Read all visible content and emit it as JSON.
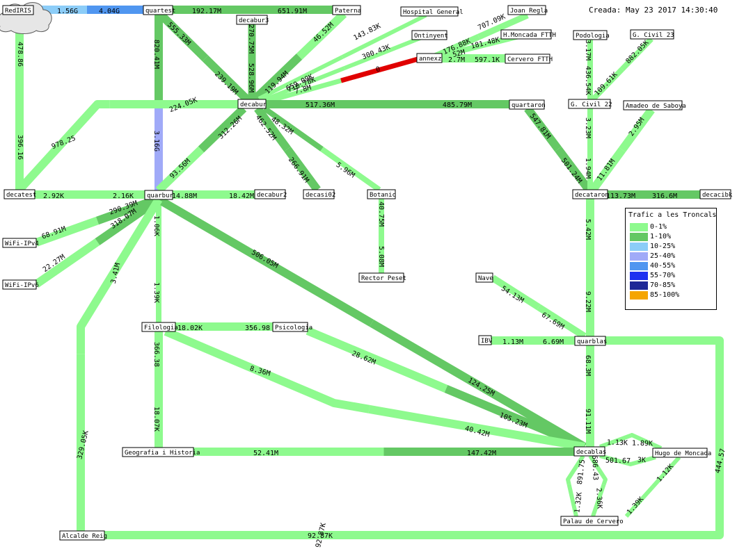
{
  "created": "Creada: May 23 2017 14:30:40",
  "colors": {
    "c0": "#8efa8e",
    "c1": "#64c864",
    "c10": "#8ccdf8",
    "c25": "#a0aaf8",
    "c40": "#5096f0",
    "c55": "#1e32f0",
    "c70": "#1e2896",
    "c85": "#f5a500",
    "down": "#e00000"
  },
  "legend": {
    "title": "Trafic a les Troncals",
    "items": [
      {
        "label": "0-1%",
        "color": "#8efa8e"
      },
      {
        "label": "1-10%",
        "color": "#64c864"
      },
      {
        "label": "10-25%",
        "color": "#8ccdf8"
      },
      {
        "label": "25-40%",
        "color": "#a0aaf8"
      },
      {
        "label": "40-55%",
        "color": "#5096f0"
      },
      {
        "label": "55-70%",
        "color": "#1e32f0"
      },
      {
        "label": "70-85%",
        "color": "#1e2896"
      },
      {
        "label": "85-100%",
        "color": "#f5a500"
      }
    ]
  },
  "nodes": [
    {
      "id": "rediris",
      "label": "RedIRIS",
      "cloud": true
    },
    {
      "id": "quartest",
      "label": "quartest"
    },
    {
      "id": "paterna",
      "label": "Paterna"
    },
    {
      "id": "hospital",
      "label": "Hospital General"
    },
    {
      "id": "joanregla",
      "label": "Joan Regla"
    },
    {
      "id": "decabur3",
      "label": "decabur3"
    },
    {
      "id": "ontinyent",
      "label": "Ontinyent"
    },
    {
      "id": "hmoncada",
      "label": "H.Moncada FTTH"
    },
    {
      "id": "annexz",
      "label": "annexz"
    },
    {
      "id": "cervero",
      "label": "Cervero FTTH"
    },
    {
      "id": "podologia",
      "label": "Podologia"
    },
    {
      "id": "gcivil23",
      "label": "G. Civil 23"
    },
    {
      "id": "gcivil22",
      "label": "G. Civil 22"
    },
    {
      "id": "amadeo",
      "label": "Amadeo de Saboya"
    },
    {
      "id": "decabur",
      "label": "decabur"
    },
    {
      "id": "quartaron",
      "label": "quartaron"
    },
    {
      "id": "decatest",
      "label": "decatest"
    },
    {
      "id": "quarbur",
      "label": "quarbur"
    },
    {
      "id": "decabur2",
      "label": "decabur2"
    },
    {
      "id": "decasi02",
      "label": "decasi02"
    },
    {
      "id": "botanic",
      "label": "Botanic"
    },
    {
      "id": "decataron",
      "label": "decataron"
    },
    {
      "id": "decacibk",
      "label": "decacibk"
    },
    {
      "id": "wifiv4",
      "label": "WiFi-IPv4"
    },
    {
      "id": "wifiv6",
      "label": "WiFi-IPv6"
    },
    {
      "id": "rectorpeset",
      "label": "Rector Peset"
    },
    {
      "id": "nave",
      "label": "Nave"
    },
    {
      "id": "ibv",
      "label": "IBV"
    },
    {
      "id": "quarblas",
      "label": "quarblas"
    },
    {
      "id": "filologia",
      "label": "Filologia"
    },
    {
      "id": "psicologia",
      "label": "Psicologia"
    },
    {
      "id": "geografia",
      "label": "Geografia i Historia"
    },
    {
      "id": "decablas",
      "label": "decablas"
    },
    {
      "id": "hugo",
      "label": "Hugo de Moncada"
    },
    {
      "id": "palau",
      "label": "Palau de Cervero"
    },
    {
      "id": "alcalde",
      "label": "Alcalde Reig"
    }
  ],
  "links": [
    {
      "from": "rediris",
      "to": "quartest",
      "in": "1.56G",
      "out": "4.04G",
      "cin": "c10",
      "cout": "c40"
    },
    {
      "from": "quartest",
      "to": "paterna",
      "in": "192.17M",
      "out": "651.91M",
      "cin": "c1",
      "cout": "c1"
    },
    {
      "from": "quartest",
      "to": "decabur",
      "in": "555.33M",
      "out": "239.19M",
      "cin": "c1",
      "cout": "c1"
    },
    {
      "from": "quartest",
      "to": "quarbur",
      "in": "820.41M",
      "out": "3.16G",
      "cin": "c1",
      "cout": "c25"
    },
    {
      "from": "decabur3",
      "to": "decabur",
      "in": "270.75M",
      "out": "528.96M",
      "cin": "c1",
      "cout": "c1"
    },
    {
      "from": "paterna",
      "to": "decabur",
      "in": "46.52M",
      "out": "119.94M",
      "cin": "c0",
      "cout": "c1"
    },
    {
      "from": "hospital",
      "to": "decabur",
      "in": "143.83K",
      "out": "659.09K",
      "cin": "c0",
      "cout": "c0"
    },
    {
      "from": "ontinyent",
      "to": "decabur",
      "in": "300.43K",
      "out": "710.78K",
      "cin": "c0",
      "cout": "c0"
    },
    {
      "from": "annexz",
      "to": "decabur",
      "in": "0",
      "out": "7.8M",
      "cin": "down",
      "cout": "c0"
    },
    {
      "from": "joanregla",
      "to": "annexz",
      "in": "707.09K",
      "out": "176.88K",
      "cin": "c0",
      "cout": "c0"
    },
    {
      "from": "hmoncada",
      "to": "annexz",
      "in": "181.48K",
      "out": "52M",
      "cin": "c0",
      "cout": "c0"
    },
    {
      "from": "annexz",
      "to": "cervero",
      "in": "2.7M",
      "out": "597.1K",
      "cin": "c0",
      "cout": "c0"
    },
    {
      "from": "decabur",
      "to": "quartaron",
      "in": "517.36M",
      "out": "485.79M",
      "cin": "c1",
      "cout": "c1"
    },
    {
      "from": "decatest",
      "to": "decabur",
      "in": "978.25",
      "out": "224.05K",
      "cin": "c0",
      "cout": "c0"
    },
    {
      "from": "decabur",
      "to": "quarbur",
      "in": "312.26M",
      "out": "93.56M",
      "cin": "c1",
      "cout": "c0"
    },
    {
      "from": "decabur",
      "to": "decasi02",
      "in": "462.52M",
      "out": "266.91M",
      "cin": "c1",
      "cout": "c1"
    },
    {
      "from": "decabur",
      "to": "botanic",
      "in": "48.32M",
      "out": "5.96M",
      "cin": "c1",
      "cout": "c0"
    },
    {
      "from": "quartaron",
      "to": "decataron",
      "in": "547.81M",
      "out": "501.24M",
      "cin": "c1",
      "cout": "c1"
    },
    {
      "from": "rediris",
      "to": "decatest",
      "in": "478.86",
      "out": "396.16",
      "cin": "c0",
      "cout": "c0"
    },
    {
      "from": "decatest",
      "to": "quarbur",
      "in": "2.92K",
      "out": "2.16K",
      "cin": "c0",
      "cout": "c0"
    },
    {
      "from": "quarbur",
      "to": "decabur2",
      "in": "14.88M",
      "out": "18.42M",
      "cin": "c0",
      "cout": "c0"
    },
    {
      "from": "podologia",
      "to": "gcivil22",
      "in": "3.17M",
      "out": "436.54K",
      "cin": "c0",
      "cout": "c0"
    },
    {
      "from": "gcivil23",
      "to": "gcivil22",
      "in": "882.05K",
      "out": "109.61K",
      "cin": "c0",
      "cout": "c0"
    },
    {
      "from": "gcivil22",
      "to": "decataron",
      "in": "3.23M",
      "out": "1.94M",
      "cin": "c0",
      "cout": "c0"
    },
    {
      "from": "amadeo",
      "to": "decataron",
      "in": "2.95M",
      "out": "11.81M",
      "cin": "c0",
      "cout": "c0"
    },
    {
      "from": "decataron",
      "to": "decacibk",
      "in": "113.73M",
      "out": "316.6M",
      "cin": "c1",
      "cout": "c1"
    },
    {
      "from": "decataron",
      "to": "quarblas",
      "in": "5.42M",
      "out": "9.22M",
      "cin": "c0",
      "cout": "c0"
    },
    {
      "from": "wifiv4",
      "to": "quarbur",
      "in": "68.91M",
      "out": "290.39M",
      "cin": "c0",
      "cout": "c1"
    },
    {
      "from": "wifiv6",
      "to": "quarbur",
      "in": "22.27M",
      "out": "318.07M",
      "cin": "c0",
      "cout": "c1"
    },
    {
      "from": "quarbur",
      "to": "filologia",
      "in": "1.06K",
      "out": "1.39K",
      "cin": "c0",
      "cout": "c0"
    },
    {
      "from": "quarbur",
      "to": "decablas",
      "in": "506.05M",
      "out": "124.25M",
      "cin": "c1",
      "cout": "c1"
    },
    {
      "from": "quarbur",
      "to": "alcalde",
      "in": "3.41M",
      "out": "329.05K",
      "cin": "c0",
      "cout": "c0"
    },
    {
      "from": "botanic",
      "to": "rectorpeset",
      "in": "40.75M",
      "out": "5.08M",
      "cin": "c0",
      "cout": "c0"
    },
    {
      "from": "nave",
      "to": "quarblas",
      "in": "54.13M",
      "out": "67.69M",
      "cin": "c0",
      "cout": "c0"
    },
    {
      "from": "ibv",
      "to": "quarblas",
      "in": "1.13M",
      "out": "6.69M",
      "cin": "c0",
      "cout": "c0"
    },
    {
      "from": "quarblas",
      "to": "decablas",
      "in": "68.3M",
      "out": "91.11M",
      "cin": "c0",
      "cout": "c0"
    },
    {
      "from": "quarblas",
      "to": "palau",
      "in": "444.57",
      "out": "92.87K",
      "cin": "c0",
      "cout": "c0"
    },
    {
      "from": "filologia",
      "to": "psicologia",
      "in": "18.02K",
      "out": "356.98",
      "cin": "c0",
      "cout": "c0"
    },
    {
      "from": "psicologia",
      "to": "decablas",
      "in": "28.62M",
      "out": "105.23M",
      "cin": "c0",
      "cout": "c1"
    },
    {
      "from": "filologia",
      "to": "decablas",
      "in": "8.36M",
      "out": "40.42M",
      "cin": "c0",
      "cout": "c0"
    },
    {
      "from": "filologia",
      "to": "geografia",
      "in": "366.38",
      "out": "18.07K",
      "cin": "c0",
      "cout": "c0"
    },
    {
      "from": "geografia",
      "to": "decablas",
      "in": "52.41M",
      "out": "147.42M",
      "cin": "c0",
      "cout": "c1"
    },
    {
      "from": "decablas",
      "to": "hugo",
      "in": "1.13K",
      "out": "1.89K",
      "cin": "c0",
      "cout": "c0"
    },
    {
      "from": "decablas",
      "to": "hugo",
      "in": "501.67",
      "out": "3K",
      "cin": "c0",
      "cout": "c0"
    },
    {
      "from": "decablas",
      "to": "palau",
      "in": "891.75",
      "out": "1.32K",
      "cin": "c0",
      "cout": "c0"
    },
    {
      "from": "decablas",
      "to": "palau",
      "in": "686.43",
      "out": "2.36K",
      "cin": "c0",
      "cout": "c0"
    },
    {
      "from": "hugo",
      "to": "palau",
      "in": "1.12K",
      "out": "1.39K",
      "cin": "c0",
      "cout": "c0"
    },
    {
      "from": "alcalde",
      "to": "palau",
      "in": "92.87K",
      "out": "",
      "cin": "c0",
      "cout": "c0"
    }
  ]
}
